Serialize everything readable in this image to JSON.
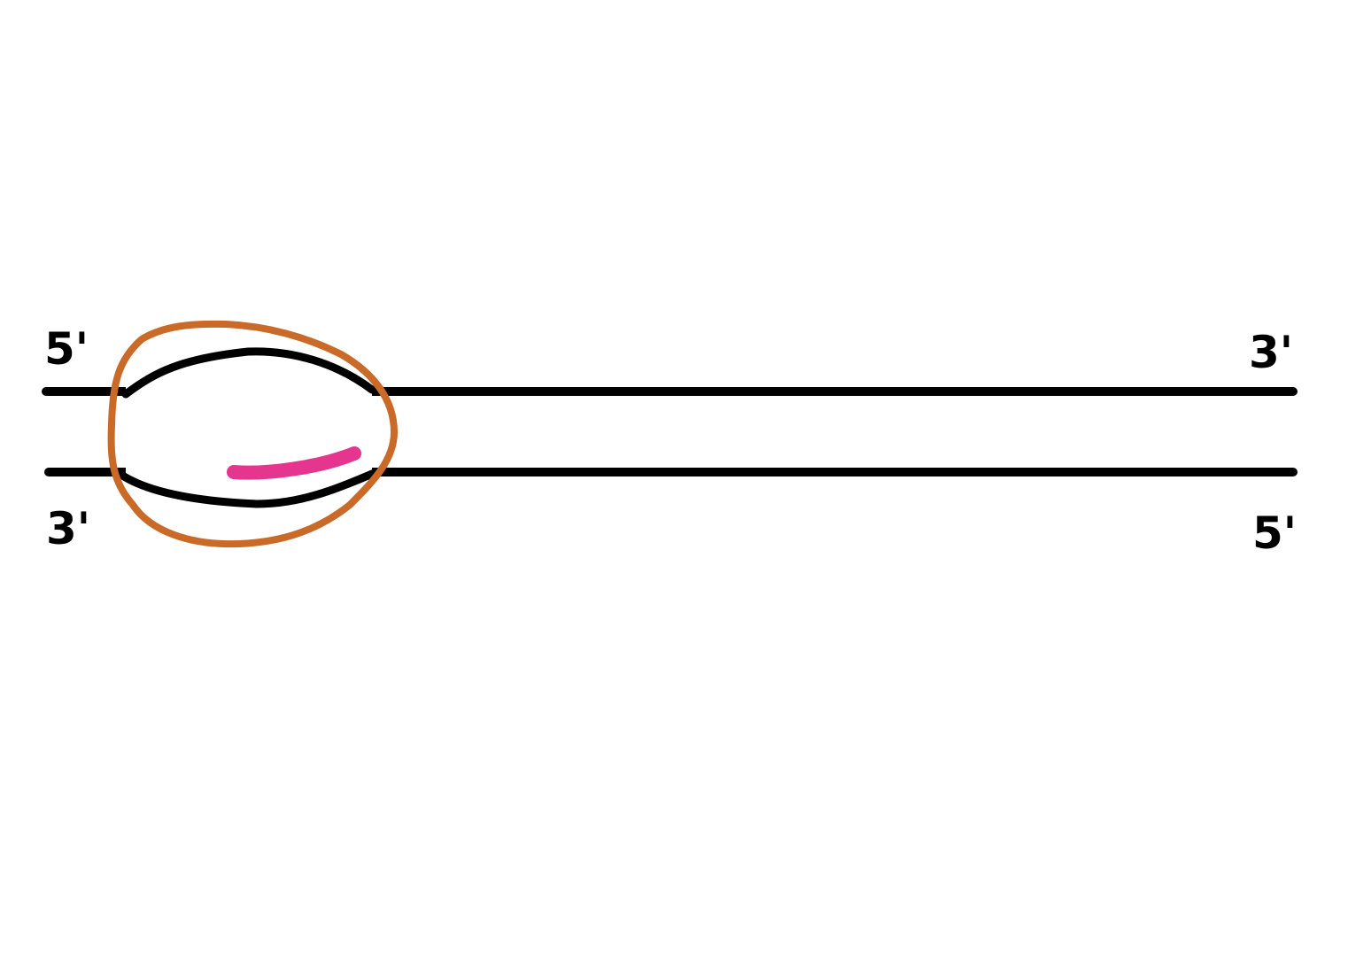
{
  "diagram": {
    "top_strand": {
      "left_label": "5'",
      "right_label": "3'"
    },
    "bottom_strand": {
      "left_label": "3'",
      "right_label": "5'"
    },
    "colors": {
      "strand": "#000000",
      "bubble_outline": "#c96a28",
      "primer": "#e5358f",
      "background": "#ffffff"
    }
  }
}
